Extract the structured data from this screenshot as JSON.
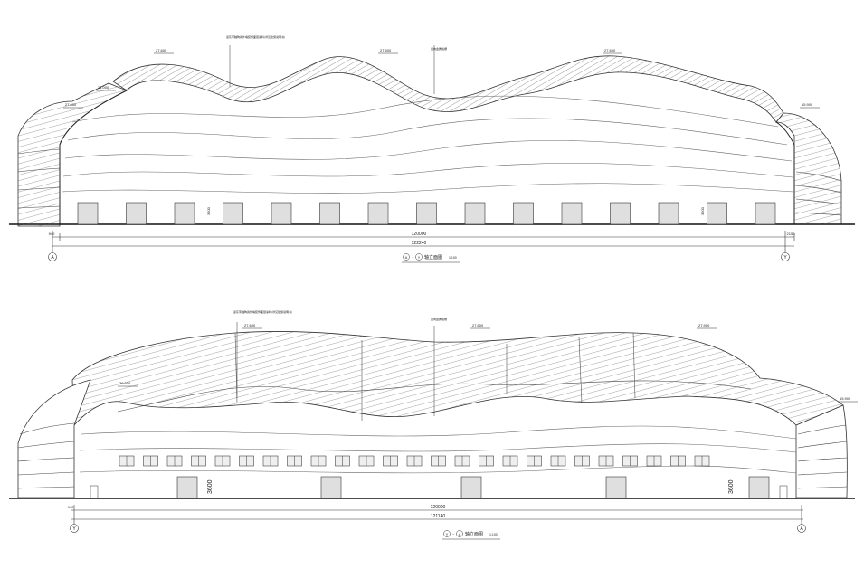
{
  "top_elevation": {
    "title_start_axis": "A",
    "title_end_axis": "Y",
    "title_sep": "~",
    "title_suffix": "轴立面图",
    "scale": "1:100",
    "height_labels": [
      "27.600",
      "21.000",
      "27.600",
      "27.600",
      "27.600",
      "15.900"
    ],
    "callout_1": "蓝灰带釉陶瓷外墙装饰面层涂料(详见建施说明书)",
    "callout_2": "竖向金属格栅",
    "door_height": "3600",
    "dim_total": "120000",
    "dim_overall": "122240",
    "dim_left": "940",
    "dim_right": "2150",
    "axis_left": "A",
    "axis_right": "Y"
  },
  "bottom_elevation": {
    "title_start_axis": "Y",
    "title_end_axis": "A",
    "title_sep": "~",
    "title_suffix": "轴立面图",
    "scale": "1:100",
    "height_labels": [
      "27.600",
      "27.600",
      "27.900",
      "36.600",
      "15.900"
    ],
    "callout_1": "蓝灰带釉陶瓷外墙装饰面层涂料(详见建施说明书)",
    "callout_2": "竖向金属格栅",
    "door_height": "3600",
    "door_height_2": "3600",
    "dim_total": "120000",
    "dim_overall": "121140",
    "dim_left": "940",
    "axis_left": "Y",
    "axis_right": "A"
  }
}
